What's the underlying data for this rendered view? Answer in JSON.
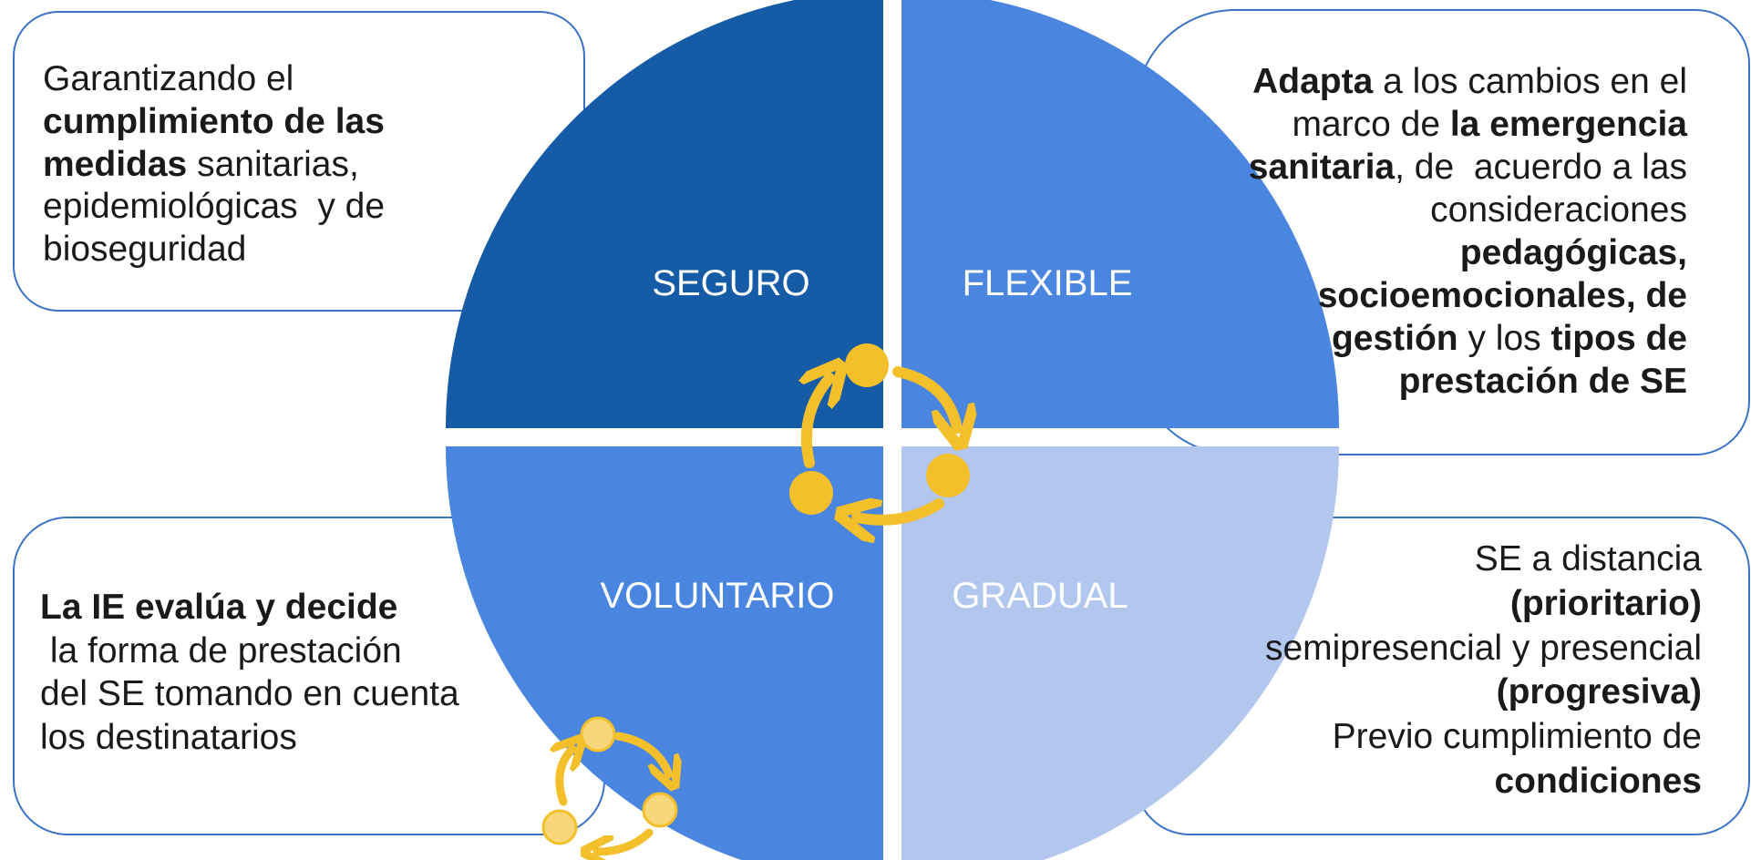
{
  "quadrants": {
    "tl": {
      "label": "SEGURO",
      "color": "#155ba6"
    },
    "tr": {
      "label": "FLEXIBLE",
      "color": "#4a86e0"
    },
    "bl": {
      "label": "VOLUNTARIO",
      "color": "#4a86e0"
    },
    "br": {
      "label": "GRADUAL",
      "color": "#b3c6ee"
    }
  },
  "colors": {
    "border": "#3b73c9",
    "cycle_dark": "#f3bf2b",
    "cycle_light": "#f8d77a"
  },
  "callouts": {
    "tl": {
      "lines": [
        [
          {
            "t": "Garantizando el",
            "b": false
          }
        ],
        [
          {
            "t": "cumplimiento de las",
            "b": true
          }
        ],
        [
          {
            "t": "medidas",
            "b": true
          },
          {
            "t": " sanitarias,",
            "b": false
          }
        ],
        [
          {
            "t": "epidemiológicas  y de",
            "b": false
          }
        ],
        [
          {
            "t": "bioseguridad",
            "b": false
          }
        ]
      ]
    },
    "tr": {
      "lines": [
        [
          {
            "t": "Adapta",
            "b": true
          },
          {
            "t": " a los cambios en el",
            "b": false
          }
        ],
        [
          {
            "t": "marco de ",
            "b": false
          },
          {
            "t": "la emergencia",
            "b": true
          }
        ],
        [
          {
            "t": "sanitaria",
            "b": true
          },
          {
            "t": ", de  acuerdo a las",
            "b": false
          }
        ],
        [
          {
            "t": "consideraciones",
            "b": false
          }
        ],
        [
          {
            "t": "pedagógicas,",
            "b": true
          }
        ],
        [
          {
            "t": "socioemocionales, de",
            "b": true
          }
        ],
        [
          {
            "t": "gestión",
            "b": true
          },
          {
            "t": " y los ",
            "b": false
          },
          {
            "t": "tipos de",
            "b": true
          }
        ],
        [
          {
            "t": "prestación de SE",
            "b": true
          }
        ]
      ]
    },
    "bl": {
      "lines": [
        [
          {
            "t": "La IE evalúa y decide",
            "b": true
          }
        ],
        [
          {
            "t": " la forma de prestación",
            "b": false
          }
        ],
        [
          {
            "t": "del SE tomando en cuenta",
            "b": false
          }
        ],
        [
          {
            "t": "los destinatarios",
            "b": false
          }
        ]
      ]
    },
    "br": {
      "lines": [
        [
          {
            "t": "SE a distancia",
            "b": false
          }
        ],
        [
          {
            "t": "(prioritario)",
            "b": true
          }
        ],
        [
          {
            "t": "semipresencial y presencial",
            "b": false
          }
        ],
        [
          {
            "t": "(progresiva)",
            "b": true
          }
        ],
        [
          {
            "t": "Previo cumplimiento de",
            "b": false
          }
        ],
        [
          {
            "t": "condiciones",
            "b": true
          }
        ]
      ]
    }
  }
}
